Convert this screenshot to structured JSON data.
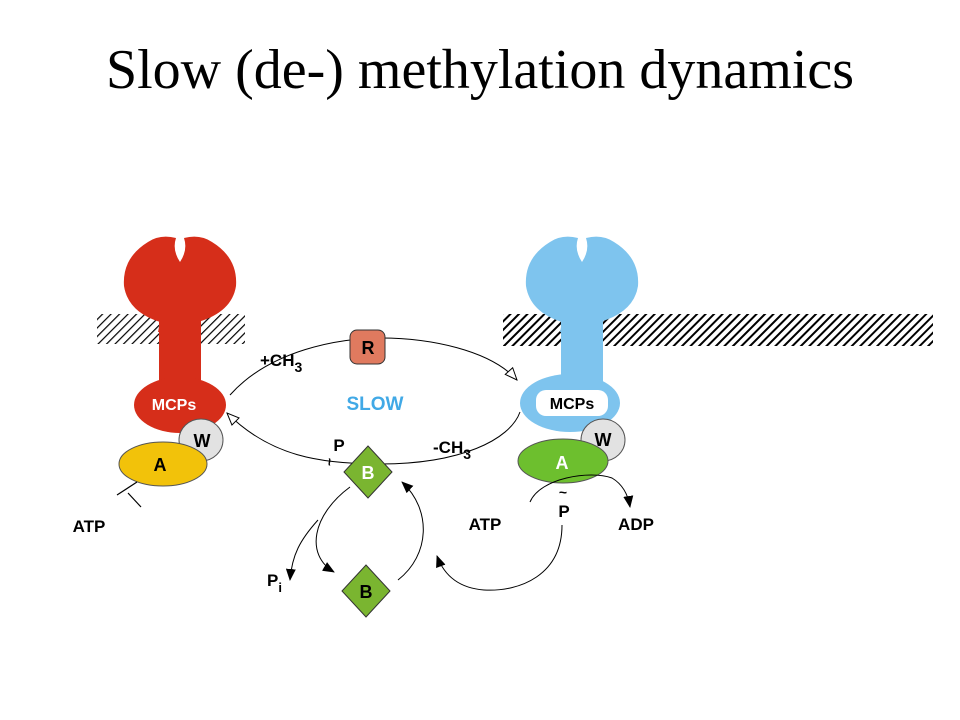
{
  "title": "Slow (de-) methylation dynamics",
  "colors": {
    "mcp_left": "#d62e1a",
    "mcp_right": "#7ec4ee",
    "cheA": "#f2c20a",
    "cheA_right": "#6dbf2e",
    "cheW": "#e2e2e2",
    "cheR": "#e07a5f",
    "cheB": "#7ab530",
    "slow_text": "#41a9e6",
    "membrane_hatch": "#000000"
  },
  "labels": {
    "mcps_left": "MCPs",
    "mcps_right": "MCPs",
    "w_left": "W",
    "w_right": "W",
    "a_left": "A",
    "a_right": "A",
    "r": "R",
    "b_top": "B",
    "b_bottom": "B",
    "plus_ch3": "+CH",
    "plus_ch3_sub": "3",
    "minus_ch3": "-CH",
    "minus_ch3_sub": "3",
    "slow": "SLOW",
    "p_on_b": "P",
    "atp_left": "ATP",
    "atp_right": "ATP",
    "adp_right": "ADP",
    "p_on_a": "P",
    "tilde": "~",
    "pi": "P",
    "pi_sub": "i"
  }
}
